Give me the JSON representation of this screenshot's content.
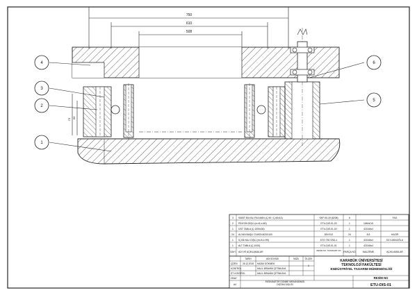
{
  "dimensions": {
    "d1": "750",
    "d2": "610",
    "d3": "508",
    "d4": "73",
    "d5": "63"
  },
  "balloons": [
    "1",
    "2",
    "3",
    "4",
    "5",
    "6"
  ],
  "parts_list": [
    {
      "no": "3",
      "name": "SABİT BİLYALI RULMAN (Ç.90 / Ç.60x10)",
      "std": "SKF 60-15 (6208)",
      "qty": "6",
      "mat": "",
      "note": "FAG"
    },
    {
      "no": "2",
      "name": "PİNYON DİŞLİ (m=8 z=60)",
      "std": "ETU-DIS-01-03",
      "qty": "1",
      "mat": "16MnCr5",
      "note": ""
    },
    {
      "no": "1",
      "name": "ÜST TABLA (Ç.1000x30)",
      "std": "ETU-DIS-01-02",
      "qty": "1",
      "mat": "42CrMo4",
      "note": ""
    },
    {
      "no": "24",
      "name": "ALYAN BAŞLI CIVATA M20X100",
      "std": "DIN 912",
      "qty": "24",
      "mat": "8.8",
      "note": "HAZIR"
    },
    {
      "no": "1",
      "name": "İÇ BİLYALI DİŞLİ (m=8 z=95)",
      "std": "DTO 750 SSD-1",
      "qty": "1",
      "mat": "42CrMo4",
      "note": "ÖZ KARAOĞLU"
    },
    {
      "no": "1",
      "name": "ALT TABLA (Ç.1000)",
      "std": "ETU-DIS-01-01",
      "qty": "1",
      "mat": "42CrMo4",
      "note": ""
    }
  ],
  "parts_header": {
    "no": "SAYI",
    "name": "ADI VE AÇIKLAMALAR",
    "std": "RESİM NO. STANDART NO",
    "qty": "PARÇA NO",
    "mat": "MALZEME",
    "note": "AÇIKLAMALAR"
  },
  "title_block": {
    "col_date": "TARİH",
    "col_name": "ADI SOYADI",
    "col_sign": "İMZA",
    "col_scale": "ÖLÇEK",
    "rows": [
      {
        "role": "ÇİZEN",
        "date": "26.12.2018",
        "name": "HAZIM GÖKMEN"
      },
      {
        "role": "KONTROL",
        "date": "",
        "name": "HALİL İBRAHİM ÇETİNKAYA"
      },
      {
        "role": "ST. KONTROL",
        "date": "",
        "name": "HALİL İBRAHİM ÇETİNKAYA"
      },
      {
        "role": "ONAY",
        "date": "",
        "name": ""
      }
    ],
    "scale_value": "1",
    "sheet_size": "A4",
    "university": "KARABÜK ÜNİVERSİTESİ",
    "faculty": "TEKNOLOJİ FAKÜLTESİ",
    "department": "ENDÜSTRİYEL TASARIM MÜHENDİSLİĞİ",
    "drawing_title_1": "EKSKAVATÖR DÖNME MEKANİZMASI",
    "drawing_title_2": "DİŞTAN DİŞLİSİ",
    "resim_no_label": "RESİM NO",
    "drawing_no": "ETU-DIS-01"
  }
}
